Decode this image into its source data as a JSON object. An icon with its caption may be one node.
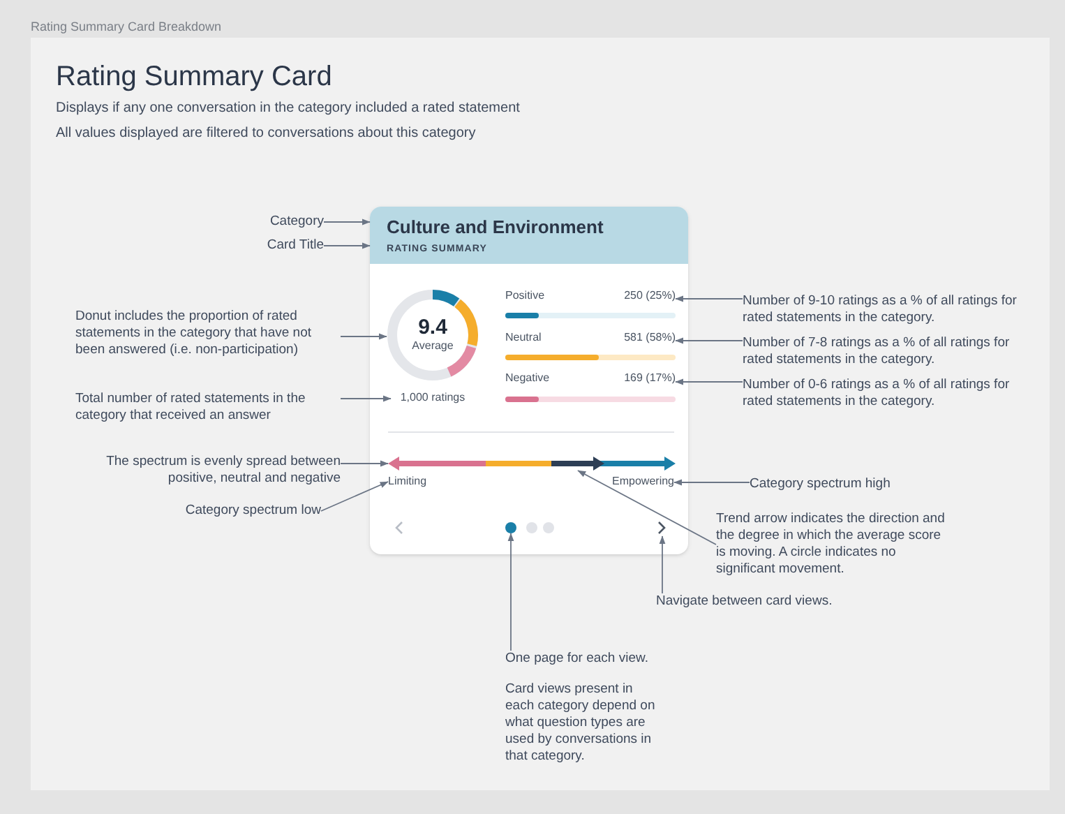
{
  "diagram": {
    "title": "Rating Summary Card",
    "nodes": [
      {
        "text": [
          "Category"
        ]
      },
      {
        "text": [
          "Card Title"
        ]
      },
      {
        "text": [
          "Donut includes the proportion of rated statements in the category that have not been answered (i.e. non-participation)"
        ]
      },
      {
        "text": [
          "Total number of rated statements in the category that received an answer"
        ]
      },
      {
        "text": [
          "The spectrum is evenly spread between positive, neutral and negative"
        ]
      },
      {
        "text": [
          "Category spectrum low"
        ]
      },
      {
        "text": [],
        "shape": "box"
      },
      {
        "text": [
          "Culture and Environment",
          "RATING SUMMARY"
        ],
        "in": 6
      },
      {
        "text": [
          "9.4",
          "Average"
        ],
        "in": 6
      },
      {
        "text": [
          "1,000 ratings"
        ],
        "in": 6
      },
      {
        "text": [
          "250 (25%)"
        ],
        "in": 6
      },
      {
        "text": [
          "581 (58%)"
        ],
        "in": 6
      },
      {
        "text": [
          "169 (17%)"
        ],
        "in": 6
      },
      {
        "text": [],
        "shape": "bar",
        "in": 6
      },
      {
        "text": [],
        "shape": "arrow",
        "in": 13
      },
      {
        "text": [
          "Limiting"
        ],
        "in": 6
      },
      {
        "text": [
          "Empowering"
        ],
        "in": 6
      },
      {
        "text": [],
        "shape": "circle",
        "in": 6
      },
      {
        "text": [],
        "shape": "chevron",
        "in": 6
      },
      {
        "text": [
          "Number of 9-10 ratings as a % of all ratings for rated statements in the category."
        ]
      },
      {
        "text": [
          "Number of 7-8 ratings as a % of all ratings for rated statements in the category."
        ]
      },
      {
        "text": [
          "Number of 0-6 ratings as a % of all ratings for rated statements in the category."
        ]
      },
      {
        "text": [
          "Category spectrum high"
        ]
      },
      {
        "text": [
          "Trend arrow indicates the direction and the degree in which the average score is moving. A circle indicates no significant movement."
        ]
      },
      {
        "text": [
          "Navigate between card views."
        ]
      },
      {
        "text": [
          "One page for each view.",
          "Card views present in each category depend on what question types are used by conversations in that category."
        ]
      }
    ],
    "edges": [
      {
        "from": 0,
        "to": 7,
        "arrow": "to"
      },
      {
        "from": 1,
        "to": 7,
        "arrow": "to"
      },
      {
        "from": 2,
        "to": 8,
        "arrow": "to"
      },
      {
        "from": 3,
        "to": 9,
        "arrow": "to"
      },
      {
        "from": 4,
        "to": 13,
        "arrow": "to"
      },
      {
        "from": 5,
        "to": 15,
        "arrow": "to"
      },
      {
        "from": 19,
        "to": 10,
        "arrow": "to"
      },
      {
        "from": 20,
        "to": 11,
        "arrow": "to"
      },
      {
        "from": 21,
        "to": 12,
        "arrow": "to"
      },
      {
        "from": 22,
        "to": 16,
        "arrow": "to"
      },
      {
        "from": 23,
        "to": 14,
        "arrow": "to"
      },
      {
        "from": 24,
        "to": 18,
        "arrow": "to"
      },
      {
        "from": 25,
        "to": 17,
        "arrow": "to"
      }
    ],
    "labels": [
      "Rating Summary Card Breakdown",
      "Displays if any one conversation in the category included a rated statement",
      "All values displayed are filtered to conversations about this category",
      "Positive",
      "Neutral",
      "Negative"
    ]
  }
}
